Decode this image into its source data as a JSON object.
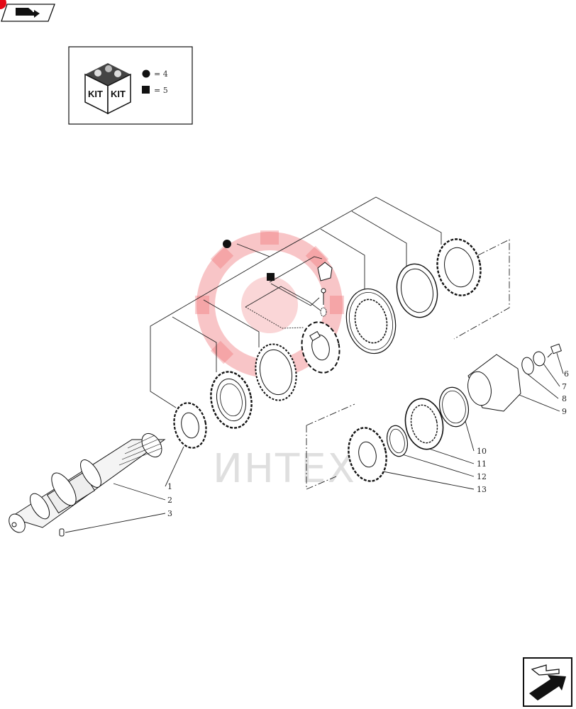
{
  "legend": {
    "kit_label_left": "KIT",
    "kit_label_right": "KIT",
    "circle_entry": "= 4",
    "square_entry": "= 5"
  },
  "watermark": {
    "text": "ИНТЕХ",
    "color": "#e8474c"
  },
  "callouts": [
    "1",
    "2",
    "3",
    "6",
    "7",
    "8",
    "9",
    "10",
    "11",
    "12",
    "13"
  ],
  "colors": {
    "accent": "#e30a17",
    "line": "#222222"
  },
  "icons": {
    "top_nav": "prev-page-arrow-icon",
    "bottom_nav": "next-page-arrow-icon"
  }
}
